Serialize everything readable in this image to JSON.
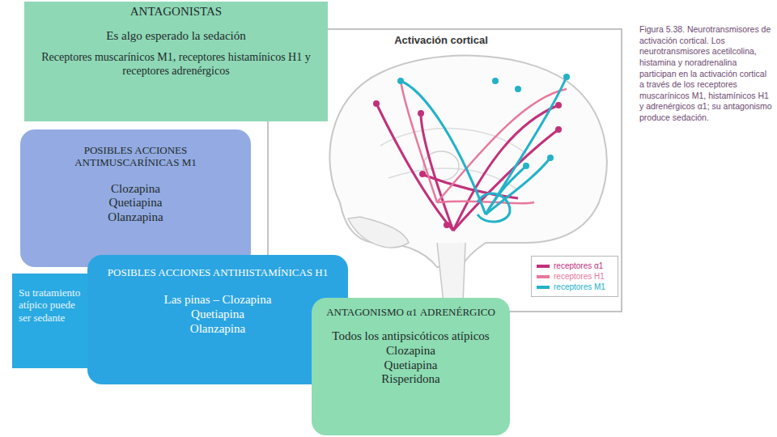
{
  "diagram": {
    "caption": "Figura 5.38. Neurotransmisores de activación cortical. Los neurotransmisores acetilcolina, histamina y noradrenalina participan en la activación cortical a través de los receptores muscarínicos M1, histamínicos H1 y adrenérgicos α1; su antagonismo produce sedación.",
    "nodes": [
      {
        "text": [
          "ANTAGONISTAS",
          "Es algo esperado la sedación",
          "Receptores muscarínicos M1, receptores histamínicos H1 y receptores adrenérgicos"
        ]
      },
      {
        "text": [
          "POSIBLES ACCIONES ANTIMUSCARÍNICAS M1",
          "Clozapina",
          "Quetiapina",
          "Olanzapina"
        ]
      },
      {
        "text": [
          "Su tratamiento atípico puede ser sedante"
        ]
      },
      {
        "text": [
          "POSIBLES ACCIONES ANTIHISTAMÍNICAS H1",
          "Las pinas – Clozapina",
          "Quetiapina",
          "Olanzapina"
        ]
      },
      {
        "text": [
          "ANTAGONISMO α1 ADRENÉRGICO",
          "Todos los antipsicóticos atípicos",
          "Clozapina",
          "Quetiapina",
          "Risperidona"
        ]
      }
    ],
    "labels": [
      "Activación cortical"
    ],
    "legend": [
      {
        "text": "receptores α1",
        "color": "#c2307a"
      },
      {
        "text": "receptores H1",
        "color": "#e8789c"
      },
      {
        "text": "receptores M1",
        "color": "#22b2c8"
      }
    ]
  }
}
